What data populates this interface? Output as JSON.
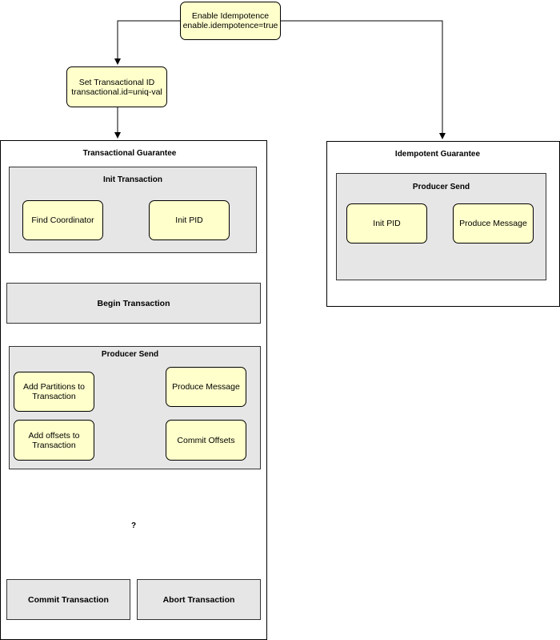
{
  "top": {
    "enable_idempotence": "Enable Idempotence\nenable.idempotence=true",
    "set_transactional_id": "Set Transactional ID\ntransactional.id=uniq-val"
  },
  "transactional": {
    "title": "Transactional Guarantee",
    "init_transaction": {
      "title": "Init Transaction",
      "find_coordinator": "Find Coordinator",
      "init_pid": "Init PID"
    },
    "begin_transaction": "Begin Transaction",
    "producer_send": {
      "title": "Producer Send",
      "add_partitions": "Add Partitions to\nTransaction",
      "produce_message": "Produce Message",
      "add_offsets": "Add offsets to\nTransaction",
      "commit_offsets": "Commit Offsets"
    },
    "decision": "?",
    "commit_transaction": "Commit Transaction",
    "abort_transaction": "Abort Transaction"
  },
  "idempotent": {
    "title": "Idempotent Guarantee",
    "producer_send": {
      "title": "Producer Send",
      "init_pid": "Init PID",
      "produce_message": "Produce Message"
    }
  },
  "colors": {
    "process_fill": "#ffffcc",
    "group_fill": "#e6e6e6",
    "stroke": "#000000"
  }
}
